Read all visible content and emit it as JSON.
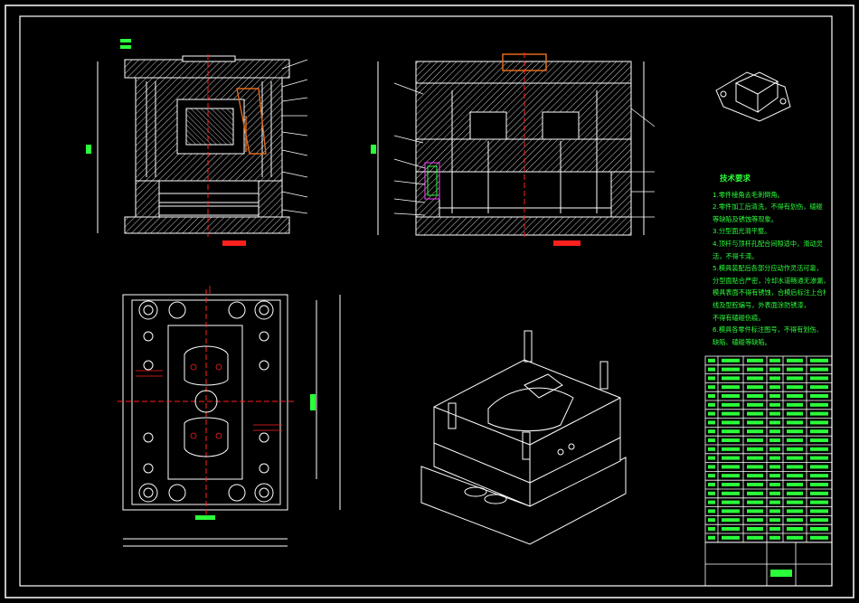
{
  "drawing": {
    "line_color": "#ffffff",
    "accent_green": "#2bff3a",
    "accent_red": "#ff2020",
    "accent_orange": "#e06a1a",
    "background": "#000000"
  },
  "technical_requirements": {
    "title": "技术要求",
    "lines": [
      "1.零件棱角去毛刺倒角。",
      "2.零件加工后清洗，不得有划伤，磕碰",
      "等缺陷及锈蚀等现象。",
      "3.分型面光滑平整。",
      "4.顶杆与顶杆孔配合间隙适中，滑动灵",
      "活，不得卡滞。",
      "5.模具装配后各部分应动作灵活可靠，",
      "分型面贴合严密，冷却水道畅通无渗漏，",
      "模具表面不得有锈蚀，合模后标注上合模",
      "线及型腔编号，外表面涂防锈漆，",
      "不得有磕碰伤痕。",
      "6.模具各零件标注图号，不得有划伤、",
      "缺陷、磕碰等缺陷。"
    ]
  },
  "views": [
    {
      "id": "front-section",
      "label": "front section view"
    },
    {
      "id": "side-section",
      "label": "side section view"
    },
    {
      "id": "top-plan",
      "label": "plan view of moving half"
    },
    {
      "id": "iso-mold",
      "label": "isometric view of mold assembly"
    },
    {
      "id": "iso-part",
      "label": "isometric view of molded part"
    }
  ]
}
